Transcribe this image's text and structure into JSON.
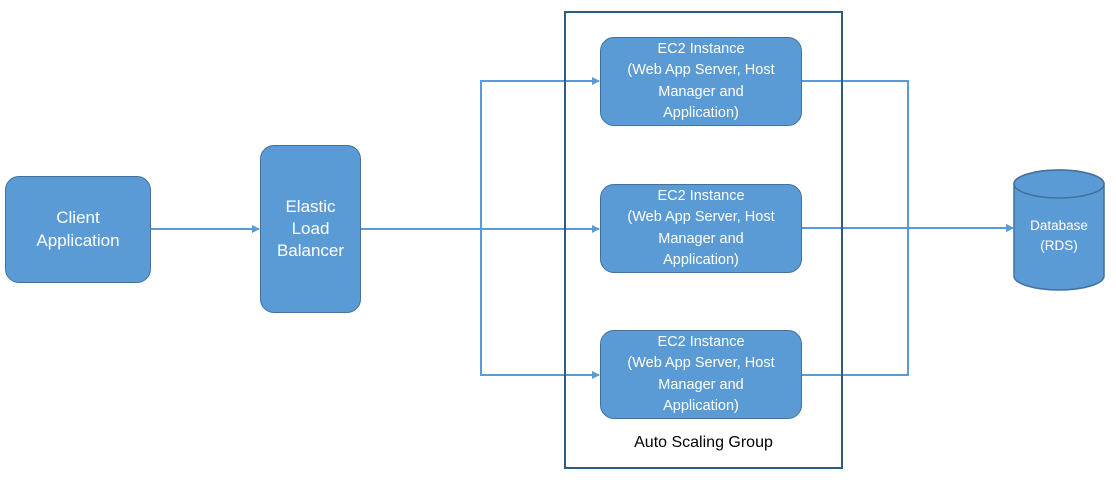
{
  "colors": {
    "node_fill": "#5b9bd5",
    "node_border": "#41719c",
    "connector": "#5b9bd5",
    "group_border": "#2e5b84",
    "node_text": "#ffffff"
  },
  "nodes": {
    "client": {
      "label": "Client\nApplication"
    },
    "elb": {
      "label": "Elastic\nLoad\nBalancer"
    },
    "ec2_instances": [
      {
        "label": "EC2 Instance\n(Web App Server, Host\nManager and\nApplication)"
      },
      {
        "label": "EC2 Instance\n(Web App Server, Host\nManager and\nApplication)"
      },
      {
        "label": "EC2 Instance\n(Web App Server, Host\nManager and\nApplication)"
      }
    ],
    "database": {
      "label": "Database\n(RDS)",
      "shape": "cylinder"
    }
  },
  "group": {
    "label": "Auto Scaling Group"
  },
  "edges": [
    {
      "from": "client",
      "to": "elb"
    },
    {
      "from": "elb",
      "to": "ec2_instances.0"
    },
    {
      "from": "elb",
      "to": "ec2_instances.1"
    },
    {
      "from": "elb",
      "to": "ec2_instances.2"
    },
    {
      "from": "ec2_instances.0",
      "to": "database"
    },
    {
      "from": "ec2_instances.1",
      "to": "database"
    },
    {
      "from": "ec2_instances.2",
      "to": "database"
    }
  ]
}
